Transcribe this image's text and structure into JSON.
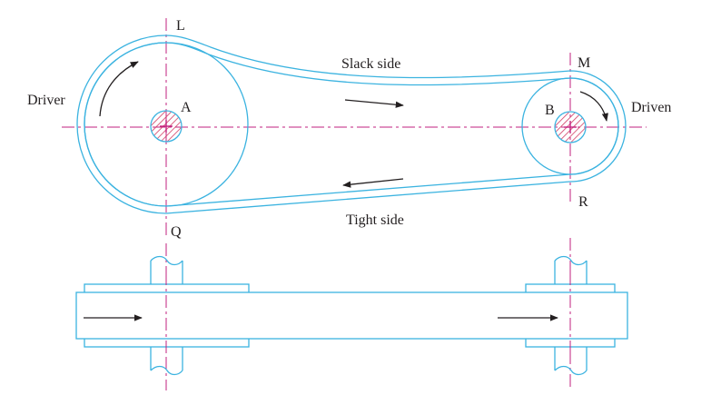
{
  "labels": {
    "driver": "Driver",
    "driven": "Driven",
    "slack_side": "Slack side",
    "tight_side": "Tight side",
    "pulley_a": "A",
    "pulley_b": "B",
    "point_l": "L",
    "point_m": "M",
    "point_q": "Q",
    "point_r": "R"
  },
  "colors": {
    "belt": "#3bb3e0",
    "centerline": "#c2217f",
    "shaft_hatch": "#d23b63",
    "arrow": "#231f20",
    "text": "#231f20"
  }
}
